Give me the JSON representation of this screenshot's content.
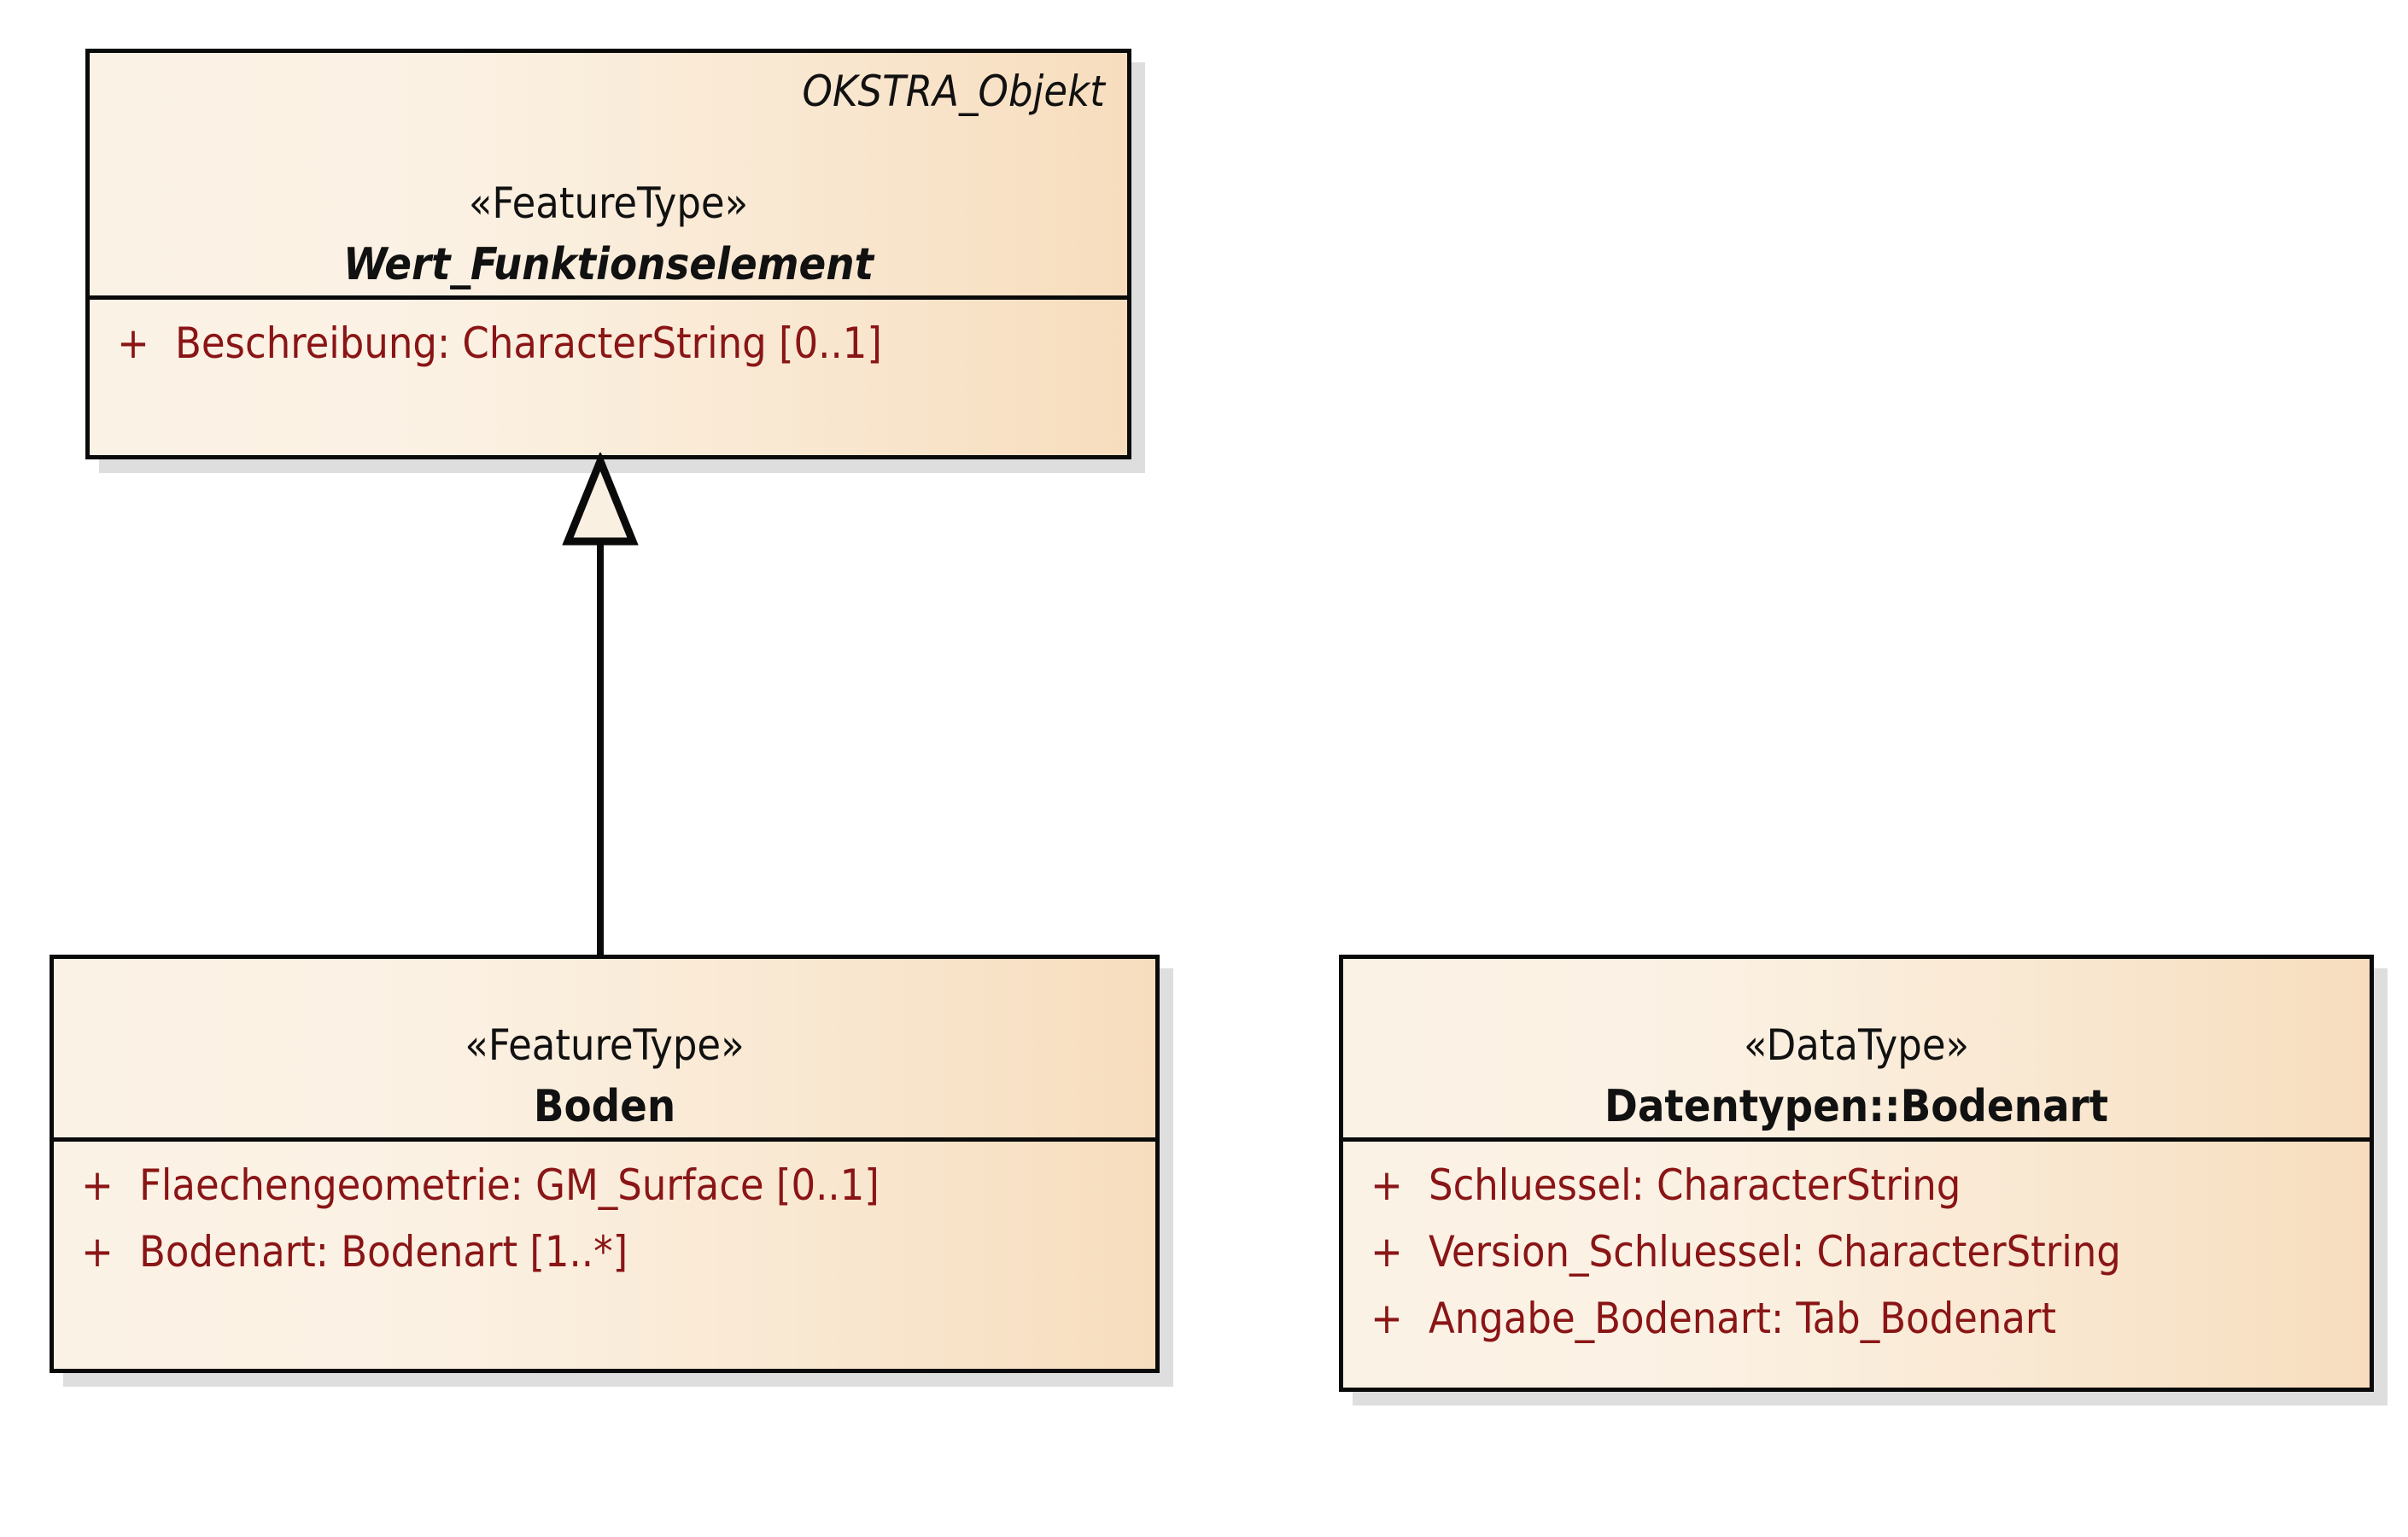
{
  "diagram": {
    "type": "uml-class-diagram",
    "background_color": "#ffffff",
    "class_fill_left": "#fbf2e6",
    "class_fill_right": "#f7ddbe",
    "border_color": "#0a0a0a",
    "attribute_text_color": "#8a1516",
    "name_text_color": "#111111"
  },
  "classes": [
    {
      "id": "wert-funktionselement",
      "qualifier": "OKSTRA_Objekt",
      "stereotype": "«FeatureType»",
      "name": "Wert_Funktionselement",
      "abstract": true,
      "attributes": [
        {
          "visibility": "+",
          "signature": "Beschreibung: CharacterString [0..1]"
        }
      ]
    },
    {
      "id": "boden",
      "qualifier": "",
      "stereotype": "«FeatureType»",
      "name": "Boden",
      "abstract": false,
      "attributes": [
        {
          "visibility": "+",
          "signature": "Flaechengeometrie: GM_Surface [0..1]"
        },
        {
          "visibility": "+",
          "signature": "Bodenart: Bodenart [1..*]"
        }
      ]
    },
    {
      "id": "datentypen-bodenart",
      "qualifier": "",
      "stereotype": "«DataType»",
      "name": "Datentypen::Bodenart",
      "abstract": false,
      "attributes": [
        {
          "visibility": "+",
          "signature": "Schluessel: CharacterString"
        },
        {
          "visibility": "+",
          "signature": "Version_Schluessel: CharacterString"
        },
        {
          "visibility": "+",
          "signature": "Angabe_Bodenart: Tab_Bodenart"
        }
      ]
    }
  ],
  "relationships": [
    {
      "id": "gen-boden-wert",
      "kind": "generalization",
      "label": "",
      "source": "boden",
      "target": "wert-funktionselement",
      "arrow": "hollow-triangle"
    }
  ]
}
